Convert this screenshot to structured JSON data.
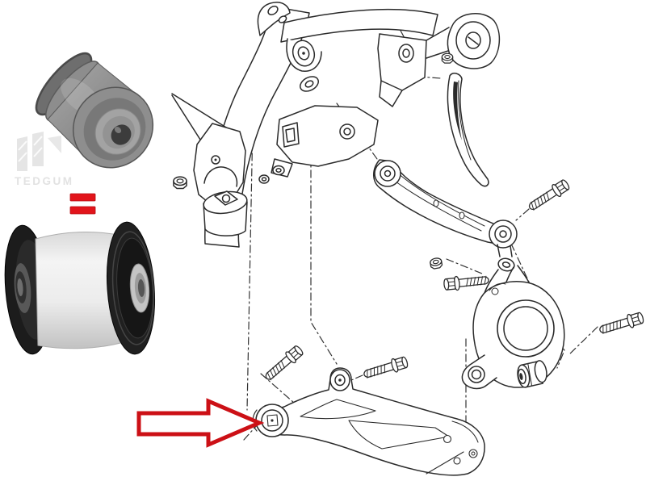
{
  "page": {
    "background": "#ffffff"
  },
  "branding": {
    "watermark_text": "TEDGUM",
    "watermark_color": "#cfcfcf",
    "logo_mark": "tedgum-bars-logo"
  },
  "comparison": {
    "equals_glyph": "=",
    "equals_color": "#e2141b",
    "top_photo": "aftermarket-metal-rubber-bushing-photo",
    "bottom_photo": "oe-style-flanged-arm-bushing-photo"
  },
  "diagram": {
    "description": "exploded-rear-suspension-line-drawing",
    "parts": [
      "rear-subframe",
      "subframe-side-bracket",
      "subframe-bushing-cup",
      "upper-mount-bracket",
      "rubber-mount",
      "blade-link",
      "upper-control-arm",
      "wheel-knuckle",
      "hub-bore",
      "lower-control-arm",
      "front-arm-bushing",
      "spool-bushing",
      "flange-bolt",
      "flange-nut"
    ],
    "pointer": "red-arrow",
    "pointer_color": "#cc1016",
    "line_color": "#2b2b2b"
  }
}
